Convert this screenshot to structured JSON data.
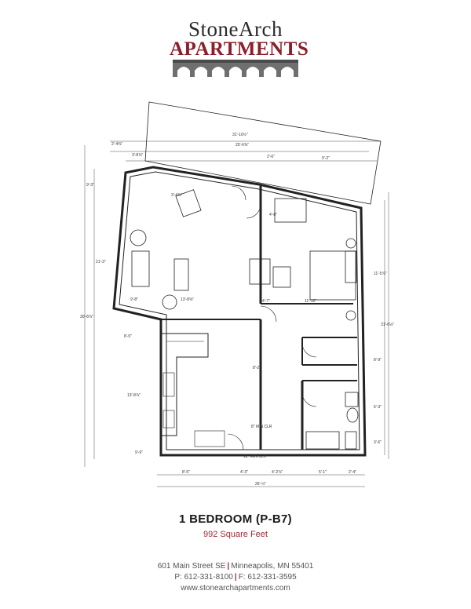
{
  "logo": {
    "line1": "StoneArch",
    "line2": "Apartments"
  },
  "plan": {
    "dimensions": [
      "31'-10½\"",
      "25'-6⅜\"",
      "2'-4⅜\"",
      "3'-8⅞\"",
      "2'-6\"",
      "9'-2\"",
      "9'-3\"",
      "3'-4⅞\"",
      "4'-8\"",
      "21'-3\"",
      "11'-5⅞\"",
      "30'-8⅞\"",
      "9'-8\"",
      "13'-8⅝\"",
      "4'-7\"",
      "11'-10\"",
      "31'-6⅛\"",
      "8'-5\"",
      "13'-8⅞\"",
      "8'-2\"",
      "8'-9\"",
      "6'-3\"",
      "3'-6\"",
      "8'-5\"",
      "4'-3\"",
      "4'-2⅞\"",
      "5'-1\"",
      "2'-4\"",
      "26'-½\"",
      "9'-9\""
    ],
    "labels": {
      "closet_main": "8\" MIN CLR",
      "closet_small": "12\" MIN CLR"
    }
  },
  "title": "1 BEDROOM (P-B7)",
  "sqft": "992 Square Feet",
  "address": {
    "street": "601 Main Street SE",
    "city": "Minneapolis, MN 55401",
    "phone": "P: 612-331-8100",
    "fax": "F: 612-331-3595",
    "web": "www.stonearchapartments.com"
  },
  "colors": {
    "brand": "#8c1f2c",
    "accent": "#9b2a33"
  }
}
